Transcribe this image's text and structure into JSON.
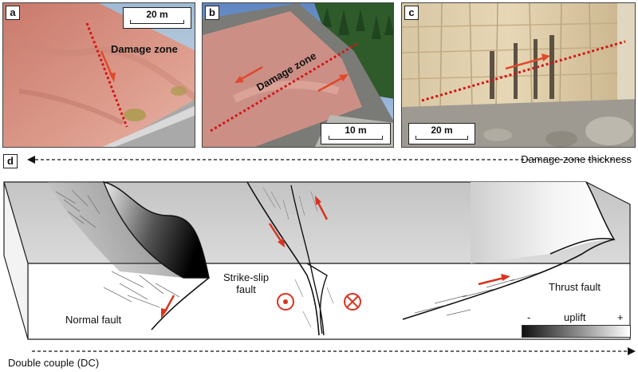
{
  "panels": {
    "a": {
      "letter": "a",
      "scale": "20 m",
      "zone_label": "Damage zone"
    },
    "b": {
      "letter": "b",
      "scale": "10 m",
      "zone_label": "Damage zone"
    },
    "c": {
      "letter": "c",
      "scale": "20 m"
    },
    "d": {
      "letter": "d"
    }
  },
  "diagram": {
    "top_arrow_label": "Damage zone thickness",
    "bottom_arrow_label": "Double couple (DC)",
    "labels": {
      "normal": "Normal fault",
      "strike_slip": "Strike-slip\nfault",
      "thrust": "Thrust fault"
    },
    "legend": {
      "minus": "-",
      "title": "uplift",
      "plus": "+"
    }
  },
  "colors": {
    "slip_arrow": "#d9341f",
    "damage_line": "#d41616",
    "rock_pink": "#d98e84",
    "block_gray": "#cfcfcf"
  }
}
